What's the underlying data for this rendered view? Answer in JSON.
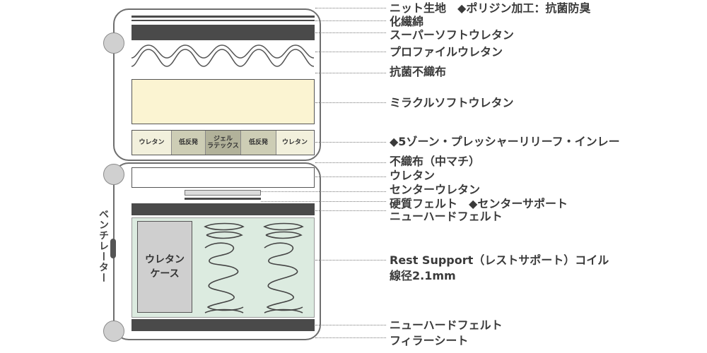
{
  "labels": {
    "knit_fabric": "ニット生地",
    "polygiene": "◆ポリジン加工：抗菌防臭",
    "synthetic_cotton": "化繊綿",
    "super_soft_urethane": "スーパーソフトウレタン",
    "profile_urethane": "プロファイルウレタン",
    "antibacterial_nonwoven": "抗菌不織布",
    "miracle_soft_urethane": "ミラクルソフトウレタン",
    "five_zone_inlay": "◆5ゾーン・プレッシャーリリーフ・インレー",
    "nonwoven_middle": "不織布（中マチ）",
    "urethane": "ウレタン",
    "center_urethane": "センターウレタン",
    "hard_felt": "硬質フェルト",
    "center_support": "◆センターサポート",
    "new_hard_felt_top": "ニューハードフェルト",
    "rest_support_coil": "Rest Support（レストサポート）コイル",
    "wire_diameter": "線径2.1mm",
    "new_hard_felt_bottom": "ニューハードフェルト",
    "filler_sheet": "フィラーシート"
  },
  "inlay_zones": {
    "z1": "ウレタン",
    "z2": "低反発",
    "z3_line1": "ジェル",
    "z3_line2": "ラテックス",
    "z4": "低反発",
    "z5": "ウレタン"
  },
  "coil_unit": {
    "case_line1": "ウレタン",
    "case_line2": "ケース"
  },
  "side": {
    "ventilator": "ベンチレーター"
  },
  "colors": {
    "frame": "#6e6e6e",
    "dark_band": "#4a4a4a",
    "miracle_soft": "#fbf4d2",
    "inlay_urethane": "#f2f0dc",
    "inlay_low_rebound": "#cdcdb5",
    "inlay_gel_latex": "#b2b29a",
    "coil_bg": "#dcebe0",
    "case_gray": "#cfcfcf"
  }
}
